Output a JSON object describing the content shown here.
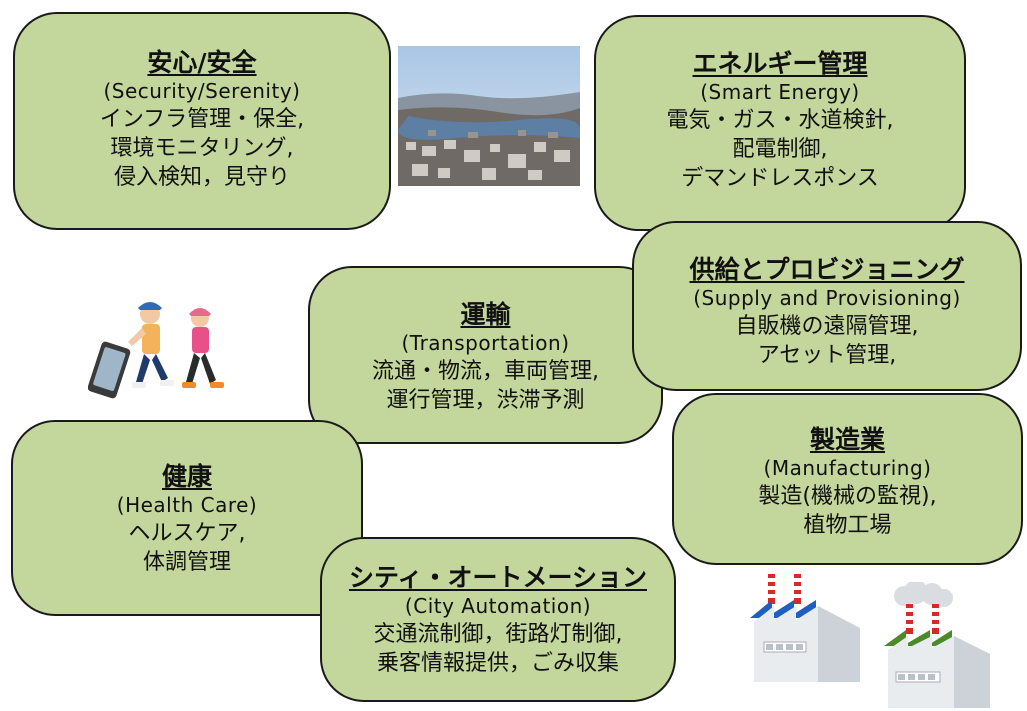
{
  "cards": {
    "safety": {
      "title": "安心/安全",
      "subtitle": "(Security/Serenity)",
      "description": "インフラ管理・保全,\n環境モニタリング,\n侵入検知，見守り"
    },
    "energy": {
      "title": "エネルギー管理",
      "subtitle": "(Smart Energy)",
      "description": "電気・ガス・水道検針,\n配電制御,\nデマンドレスポンス"
    },
    "supply": {
      "title": "供給とプロビジョニング",
      "subtitle": "(Supply and Provisioning)",
      "description": "自販機の遠隔管理,\nアセット管理,"
    },
    "transport": {
      "title": "運輸",
      "subtitle": "(Transportation)",
      "description": "流通・物流，車両管理,\n運行管理，渋滞予測"
    },
    "manufacturing": {
      "title": "製造業",
      "subtitle": "(Manufacturing)",
      "description": "製造(機械の監視),\n植物工場"
    },
    "health": {
      "title": "健康",
      "subtitle": "(Health Care)",
      "description": "ヘルスケア,\n体調管理"
    },
    "city": {
      "title": "シティ・オートメーション",
      "subtitle": "(City Automation)",
      "description": "交通流制御，街路灯制御,\n乗客情報提供，ごみ収集"
    }
  },
  "colors": {
    "card_fill": "#c3d69b",
    "card_border": "#1a1a1a",
    "factory_roof_blue": "#1f5fbf",
    "factory_roof_green": "#4a8a2a",
    "chimney_red": "#d42a2a"
  },
  "images": {
    "city_photo": "aerial-city-photo",
    "runners": "runners-with-smartphone-illustration",
    "factory_blue": "factory-blue-roof-icon",
    "factory_green": "factory-green-roof-smoke-icon"
  }
}
